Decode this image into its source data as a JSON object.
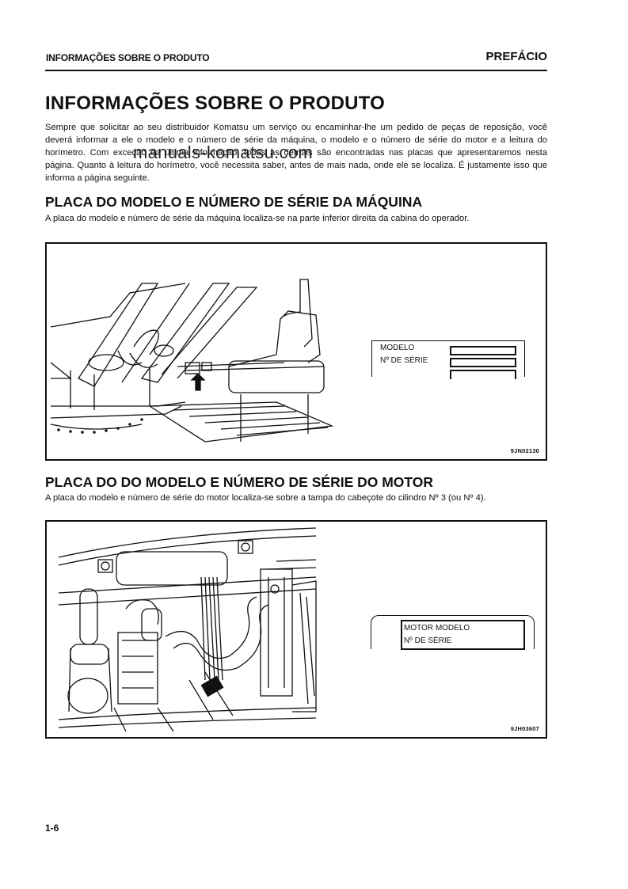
{
  "header": {
    "section_left": "INFORMAÇÕES SOBRE O PRODUTO",
    "chapter_right": "PREFÁCIO"
  },
  "watermark": "manuals-komatsu.com",
  "title": "INFORMAÇÕES SOBRE O PRODUTO",
  "intro": "Sempre que solicitar ao seu distribuidor Komatsu um serviço ou encaminhar-lhe um pedido de peças de reposição, você deverá informar a ele o modelo e o número de série da máquina, o modelo e o número de série do motor e a leitura do horímetro. Com exceção da última informação, todas as demais são encontradas nas placas que apresentaremos nesta página. Quanto à leitura do horímetro, você necessita saber, antes de mais nada, onde ele se localiza. É justamente isso que informa a página seguinte.",
  "sections": [
    {
      "title": "PLACA DO MODELO E NÚMERO DE SÉRIE DA MÁQUINA",
      "description": "A placa do modelo e número de série da máquina localiza-se na parte inferior direita da cabina do operador.",
      "figure": {
        "id": "9JN02130",
        "plate_labels": [
          "MODELO",
          "Nº DE SÉRIE"
        ],
        "illustration": "excavator-cab-lower-right"
      }
    },
    {
      "title": "PLACA DO DO MODELO E NÚMERO DE SÉRIE DO MOTOR",
      "description": "A placa do modelo e número de série do motor localiza-se sobre a tampa do cabeçote do cilindro Nº 3 (ou Nº 4).",
      "figure": {
        "id": "9JH03607",
        "plate_labels": [
          "MOTOR MODELO",
          "Nº DE SÉRIE"
        ],
        "illustration": "engine-compartment"
      }
    }
  ],
  "footer": {
    "page_number": "1-6"
  }
}
